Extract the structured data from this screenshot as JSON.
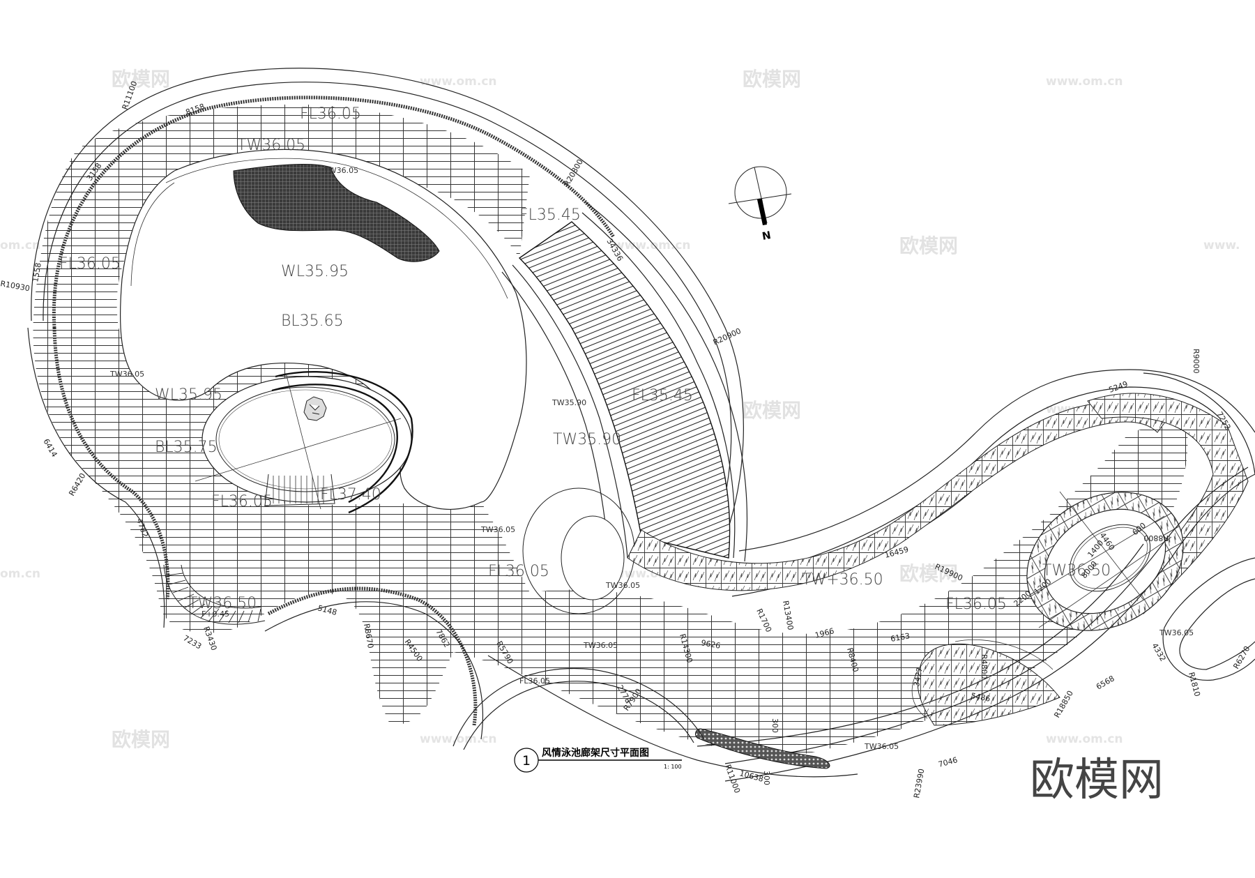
{
  "drawing": {
    "title": "风情泳池廊架尺寸平面图",
    "number": "1",
    "scale": "1: 100",
    "north_label": "N"
  },
  "elevations": {
    "fl_top": "FL36.05",
    "tw_top": "TW36.05",
    "fl_left": "FL36.05",
    "fl_upper_right": "FL35.45",
    "wl_pool": "WL35.95",
    "bl_pool": "BL35.65",
    "tw_small_left": "TW36.05",
    "wl_lower": "WL35.95",
    "bl_lower": "BL35.75",
    "fl_island": "FL36.05",
    "fl_island_right": "FL37.40",
    "tw_bottom_left": "TW36.50",
    "f_bottom_left": "F+0.45",
    "tw_center": "TW36.05",
    "fl_center": "FL36.05",
    "tw_deck_small": "TW35.90",
    "tw_deck": "TW35.90",
    "fl_deck": "FL35.45",
    "tw_top_small": "TW36.05",
    "tw_right_channel": "TW+36.50",
    "fl_right": "FL36.05",
    "tw_oval": "TW36.50",
    "tw_far_right": "TW36.05",
    "tw_lower_a": "TW36.05",
    "tw_lower_b": "TW36.05",
    "tw_lower_c": "TW36.05",
    "fl_lower_circle": "FL36.05",
    "tw_bottom": "TW36.05"
  },
  "dimensions": {
    "r11100": "R11100",
    "d8158": "8158",
    "d3158": "3158",
    "r10930": "R10930",
    "d1558": "1558",
    "r20800": "R20800",
    "d34336": "34336",
    "r20900": "R20900",
    "d6414": "6414",
    "r6420": "R6420",
    "d4782": "4782",
    "d7233": "7233",
    "r3430": "R3430",
    "d5148": "5148",
    "r8670": "R8670",
    "r4500": "R4500",
    "d7862": "7862",
    "r5790": "R5790",
    "d2778": "2778",
    "r7900": "R7900",
    "r14300": "R14300",
    "d9626": "9626",
    "r1700": "R1700",
    "r13400": "R13400",
    "d16459": "16459",
    "d6163": "6163",
    "r8400": "R8400",
    "d1966": "1966",
    "r19900": "R19900",
    "r9000": "R9000",
    "d5249": "5249",
    "d7252": "7252",
    "d4460": "4460",
    "d1400": "1400",
    "d8000": "8000",
    "d1200": "1200",
    "d2200": "2200",
    "d600": "600",
    "r8800": "R8800",
    "d5486": "5486",
    "r4800": "R4800",
    "d3427": "3427",
    "d6568": "6568",
    "r18850": "R18850",
    "d4332": "4332",
    "r1810": "R1810",
    "r6270": "R6270",
    "d300a": "300",
    "d300b": "300",
    "r11000": "R11000",
    "d10638": "10638",
    "r23990": "R23990",
    "d7046": "7046"
  },
  "watermarks": {
    "brand_cn": "欧模网",
    "url": "www.om.cn",
    "url_short": "om.cn",
    "url_cut": "www."
  },
  "colors": {
    "line": "#222222",
    "pool_fill": "#3a3a3a",
    "watermark": "#e2e2e2",
    "brand": "#444444"
  }
}
